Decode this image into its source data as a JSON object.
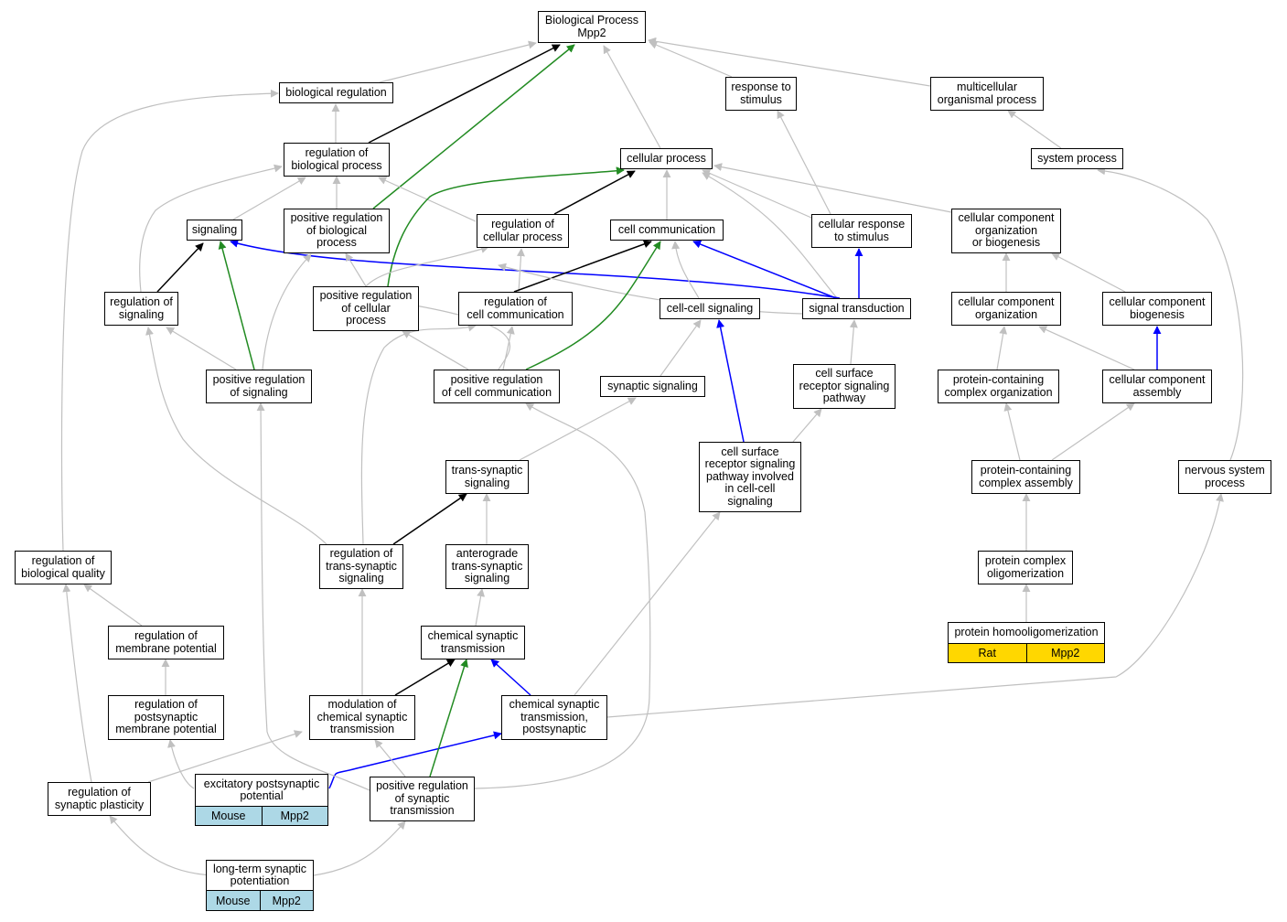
{
  "colors": {
    "is_a": "#c0c0c0",
    "part_of": "#000000",
    "positively_regulates": "#228b22",
    "regulates": "#0000ff",
    "mouse": "#add8e6",
    "rat": "#ffd700"
  },
  "nodes": {
    "bp_root": "Biological Process\nMpp2",
    "biological_regulation": "biological regulation",
    "response_to_stimulus": "response to\nstimulus",
    "multicellular_organismal_process": "multicellular\norganismal process",
    "regulation_of_biological_process": "regulation of\nbiological process",
    "cellular_process": "cellular process",
    "system_process": "system process",
    "signaling": "signaling",
    "positive_regulation_of_biological_process": "positive regulation\nof biological\nprocess",
    "regulation_of_cellular_process": "regulation of\ncellular process",
    "cell_communication": "cell communication",
    "cellular_response_to_stimulus": "cellular response\nto stimulus",
    "cellular_component_organization_or_biogenesis": "cellular component\norganization\nor biogenesis",
    "regulation_of_signaling": "regulation of\nsignaling",
    "positive_regulation_of_cellular_process": "positive regulation\nof cellular\nprocess",
    "regulation_of_cell_communication": "regulation of\ncell communication",
    "cell_cell_signaling": "cell-cell signaling",
    "signal_transduction": "signal transduction",
    "cellular_component_organization": "cellular component\norganization",
    "cellular_component_biogenesis": "cellular component\nbiogenesis",
    "positive_regulation_of_signaling": "positive regulation\nof signaling",
    "positive_regulation_of_cell_communication": "positive regulation\nof cell communication",
    "synaptic_signaling": "synaptic signaling",
    "cell_surface_receptor_signaling_pathway": "cell surface\nreceptor signaling\npathway",
    "protein_containing_complex_organization": "protein-containing\ncomplex organization",
    "cellular_component_assembly": "cellular component\nassembly",
    "trans_synaptic_signaling": "trans-synaptic\nsignaling",
    "cell_surface_receptor_signaling_pathway_involved": "cell surface\nreceptor signaling\npathway involved\nin cell-cell\nsignaling",
    "protein_containing_complex_assembly": "protein-containing\ncomplex assembly",
    "nervous_system_process": "nervous system\nprocess",
    "regulation_of_biological_quality": "regulation of\nbiological quality",
    "regulation_of_trans_synaptic_signaling": "regulation of\ntrans-synaptic\nsignaling",
    "anterograde_trans_synaptic_signaling": "anterograde\ntrans-synaptic\nsignaling",
    "protein_complex_oligomerization": "protein complex\noligomerization",
    "protein_homooligomerization": "protein homooligomerization",
    "regulation_of_membrane_potential": "regulation of\nmembrane potential",
    "chemical_synaptic_transmission": "chemical synaptic\ntransmission",
    "regulation_of_postsynaptic_membrane_potential": "regulation of\npostsynaptic\nmembrane potential",
    "modulation_of_chemical_synaptic_transmission": "modulation of\nchemical synaptic\ntransmission",
    "chemical_synaptic_transmission_postsynaptic": "chemical synaptic\ntransmission,\npostsynaptic",
    "excitatory_postsynaptic_potential": "excitatory postsynaptic\npotential",
    "regulation_of_synaptic_plasticity": "regulation of\nsynaptic plasticity",
    "positive_regulation_of_synaptic_transmission": "positive regulation\nof synaptic\ntransmission",
    "long_term_synaptic_potentiation": "long-term synaptic\npotentiation"
  },
  "annotations": {
    "protein_homooligomerization": [
      "Rat",
      "Mpp2"
    ],
    "excitatory_postsynaptic_potential": [
      "Mouse",
      "Mpp2"
    ],
    "long_term_synaptic_potentiation": [
      "Mouse",
      "Mpp2"
    ]
  }
}
